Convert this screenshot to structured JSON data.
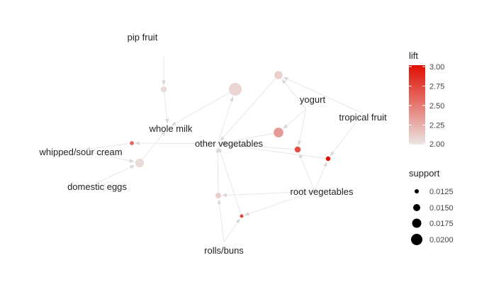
{
  "graph": {
    "item_labels": [
      "pip fruit",
      "yogurt",
      "tropical fruit",
      "whole milk",
      "other vegetables",
      "whipped/sour cream",
      "domestic eggs",
      "root vegetables",
      "rolls/buns"
    ],
    "rules": [
      {
        "lift": 2.05,
        "support": 0.014
      },
      {
        "lift": 2.08,
        "support": 0.0205
      },
      {
        "lift": 2.1,
        "support": 0.016
      },
      {
        "lift": 2.35,
        "support": 0.0175
      },
      {
        "lift": 2.6,
        "support": 0.012
      },
      {
        "lift": 2.7,
        "support": 0.014
      },
      {
        "lift": 3.0,
        "support": 0.0125
      },
      {
        "lift": 2.05,
        "support": 0.0165
      },
      {
        "lift": 2.12,
        "support": 0.0135
      },
      {
        "lift": 2.75,
        "support": 0.0115
      }
    ],
    "colors": {
      "lift_low": "#ebe6e4",
      "lift_high": "#e00d00",
      "edge": "#e6e6e6",
      "arrow": "#d9d9d9"
    }
  },
  "legend": {
    "lift": {
      "title": "lift",
      "ticks": [
        "3.00",
        "2.75",
        "2.50",
        "2.25",
        "2.00"
      ],
      "range": [
        2.0,
        3.0
      ]
    },
    "support": {
      "title": "support",
      "items": [
        "0.0125",
        "0.0150",
        "0.0175",
        "0.0200"
      ],
      "values": [
        0.0125,
        0.015,
        0.0175,
        0.02
      ]
    }
  }
}
